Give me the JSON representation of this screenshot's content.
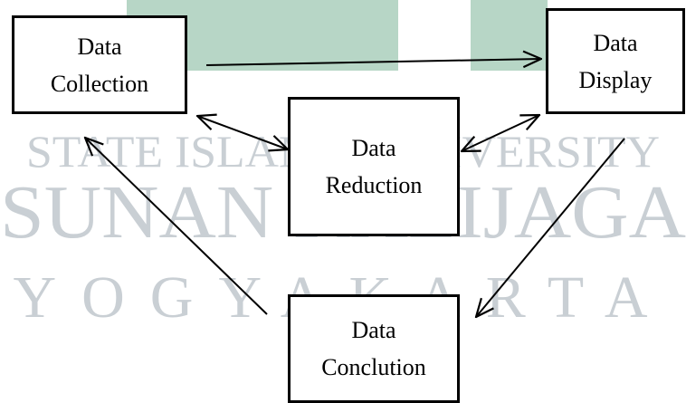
{
  "watermark": {
    "line1": "STATE ISLAMIC UNIVERSITY",
    "line2": "SUNAN KALIJAGA",
    "line3": "YOGYAKARTA",
    "color": "#c9cfd4",
    "logo_color": "#b7d6c6"
  },
  "nodes": {
    "collection": {
      "line1": "Data",
      "line2": "Collection"
    },
    "display": {
      "line1": "Data",
      "line2": "Display"
    },
    "reduction": {
      "line1": "Data",
      "line2": "Reduction"
    },
    "conclusion": {
      "line1": "Data",
      "line2": "Conclution"
    }
  }
}
